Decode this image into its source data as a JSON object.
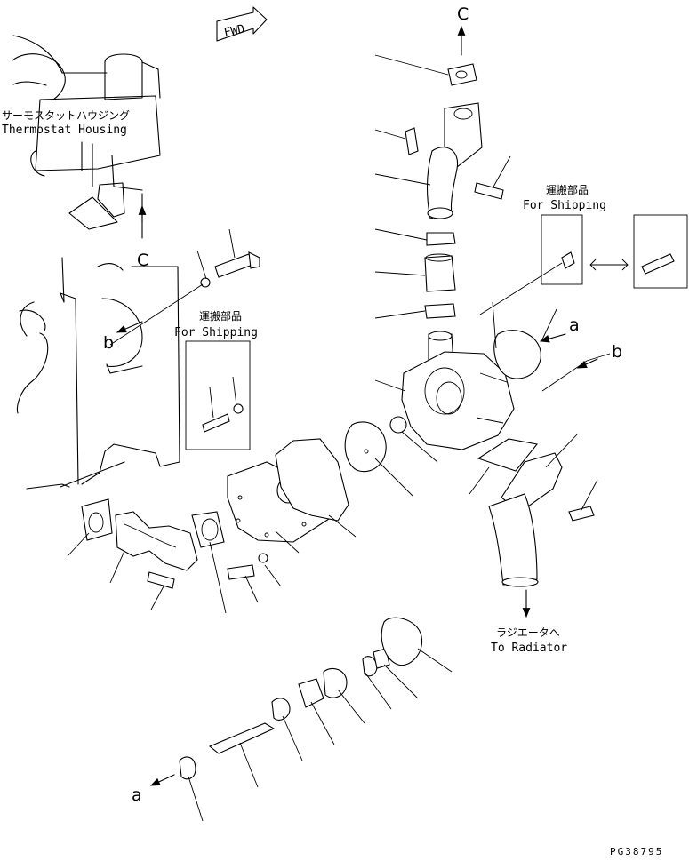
{
  "direction_arrow": "FWD",
  "thermostat_housing": {
    "label_jp": "サーモスタットハウジング",
    "label_en": "Thermostat Housing"
  },
  "for_shipping_top": {
    "label_jp": "運搬部品",
    "label_en": "For Shipping"
  },
  "for_shipping_left": {
    "label_jp": "運搬部品",
    "label_en": "For Shipping"
  },
  "to_radiator": {
    "label_jp": "ラジエータへ",
    "label_en": "To Radiator"
  },
  "refs": {
    "c_top": "C",
    "c_left": "C",
    "a_right": "a",
    "a_bottom": "a",
    "b_right": "b",
    "b_left": "b"
  },
  "drawing_code": "PG38795"
}
